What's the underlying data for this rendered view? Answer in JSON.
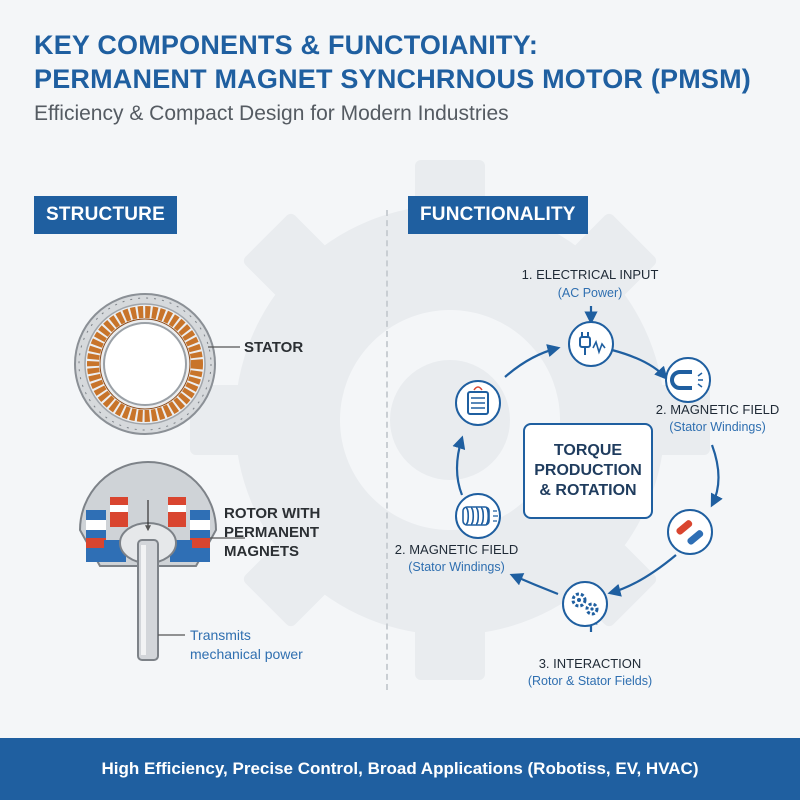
{
  "header": {
    "title_line1": "KEY COMPONENTS & FUNCTOIANITY:",
    "title_line2": "PERMANENT MAGNET SYNCHRNOUS MOTOR (PMSM)",
    "subtitle": "Efficiency & Compact Design for Modern Industries"
  },
  "structure": {
    "heading": "STRUCTURE",
    "stator_label": "STATOR",
    "rotor_label_line1": "ROTOR WITH",
    "rotor_label_line2": "PERMANENT",
    "rotor_label_line3": "MAGNETS",
    "shaft_label_line1": "Transmits",
    "shaft_label_line2": "mechanical power"
  },
  "functionality": {
    "heading": "FUNCTIONALITY",
    "center_line1": "TORQUE",
    "center_line2": "PRODUCTION",
    "center_line3": "& ROTATION",
    "steps": [
      {
        "title": "1. ELECTRICAL INPUT",
        "sub": "(AC Power)",
        "icon": "plug-icon"
      },
      {
        "title": "2. MAGNETIC FIELD",
        "sub": "(Stator Windings)",
        "icon": "magnet-icon"
      },
      {
        "title": "",
        "sub": "",
        "icon": "magnets-pair-icon"
      },
      {
        "title": "3.    INTERACTION",
        "sub": "(Rotor & Stator Fields)",
        "icon": "gears-icon"
      },
      {
        "title": "2. MAGNETIC FIELD",
        "sub": "(Stator Windings)",
        "icon": "coil-icon"
      },
      {
        "title": "",
        "sub": "",
        "icon": "winding-icon"
      }
    ]
  },
  "footer": {
    "text": "High Efficiency, Precise Control, Broad Applications (Robotiss, EV, HVAC)"
  },
  "colors": {
    "primary": "#1f5fa0",
    "copper": "#c8742a",
    "magnet_red": "#d9452f",
    "magnet_blue": "#2f6fb5"
  }
}
